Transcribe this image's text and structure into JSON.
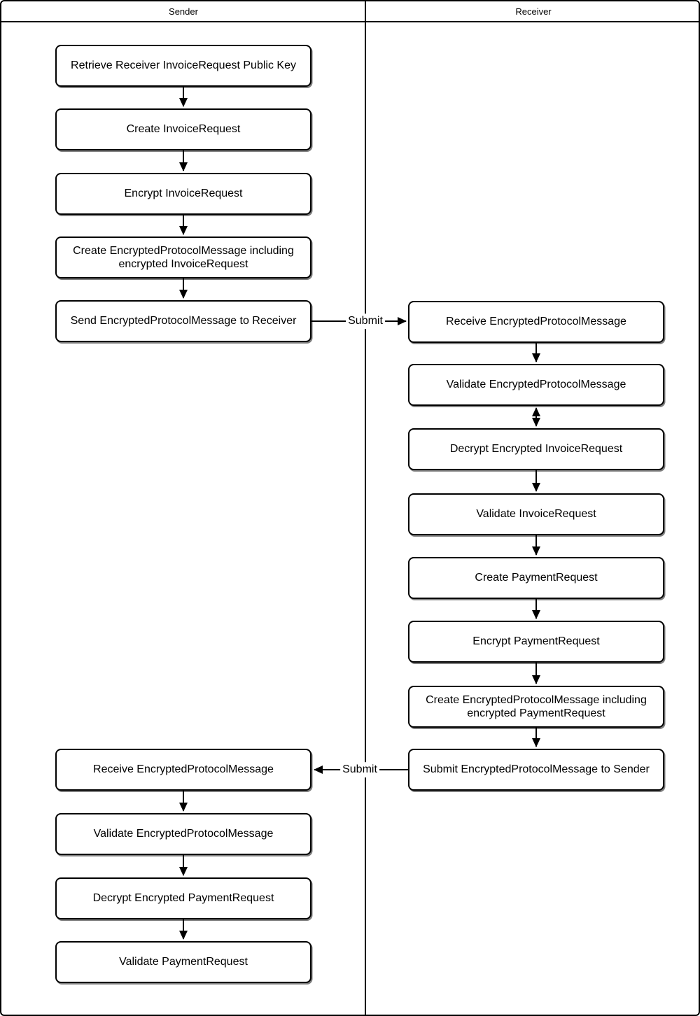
{
  "diagram": {
    "lanes": [
      {
        "title": "Sender"
      },
      {
        "title": "Receiver"
      }
    ],
    "sender_steps": [
      "Retrieve Receiver InvoiceRequest Public Key",
      "Create InvoiceRequest",
      "Encrypt InvoiceRequest",
      "Create EncryptedProtocolMessage including encrypted InvoiceRequest",
      "Send EncryptedProtocolMessage to Receiver",
      "Receive EncryptedProtocolMessage",
      "Validate EncryptedProtocolMessage",
      "Decrypt Encrypted PaymentRequest",
      "Validate PaymentRequest"
    ],
    "receiver_steps": [
      "Receive EncryptedProtocolMessage",
      "Validate EncryptedProtocolMessage",
      "Decrypt Encrypted InvoiceRequest",
      "Validate InvoiceRequest",
      "Create PaymentRequest",
      "Encrypt PaymentRequest",
      "Create EncryptedProtocolMessage including encrypted PaymentRequest",
      "Submit EncryptedProtocolMessage to Sender"
    ],
    "connector_labels": {
      "sender_to_receiver": "Submit",
      "receiver_to_sender": "Submit"
    },
    "colors": {
      "stroke": "#000000",
      "node_fill": "#ffffff",
      "background": "#ffffff",
      "text": "#000000"
    }
  }
}
